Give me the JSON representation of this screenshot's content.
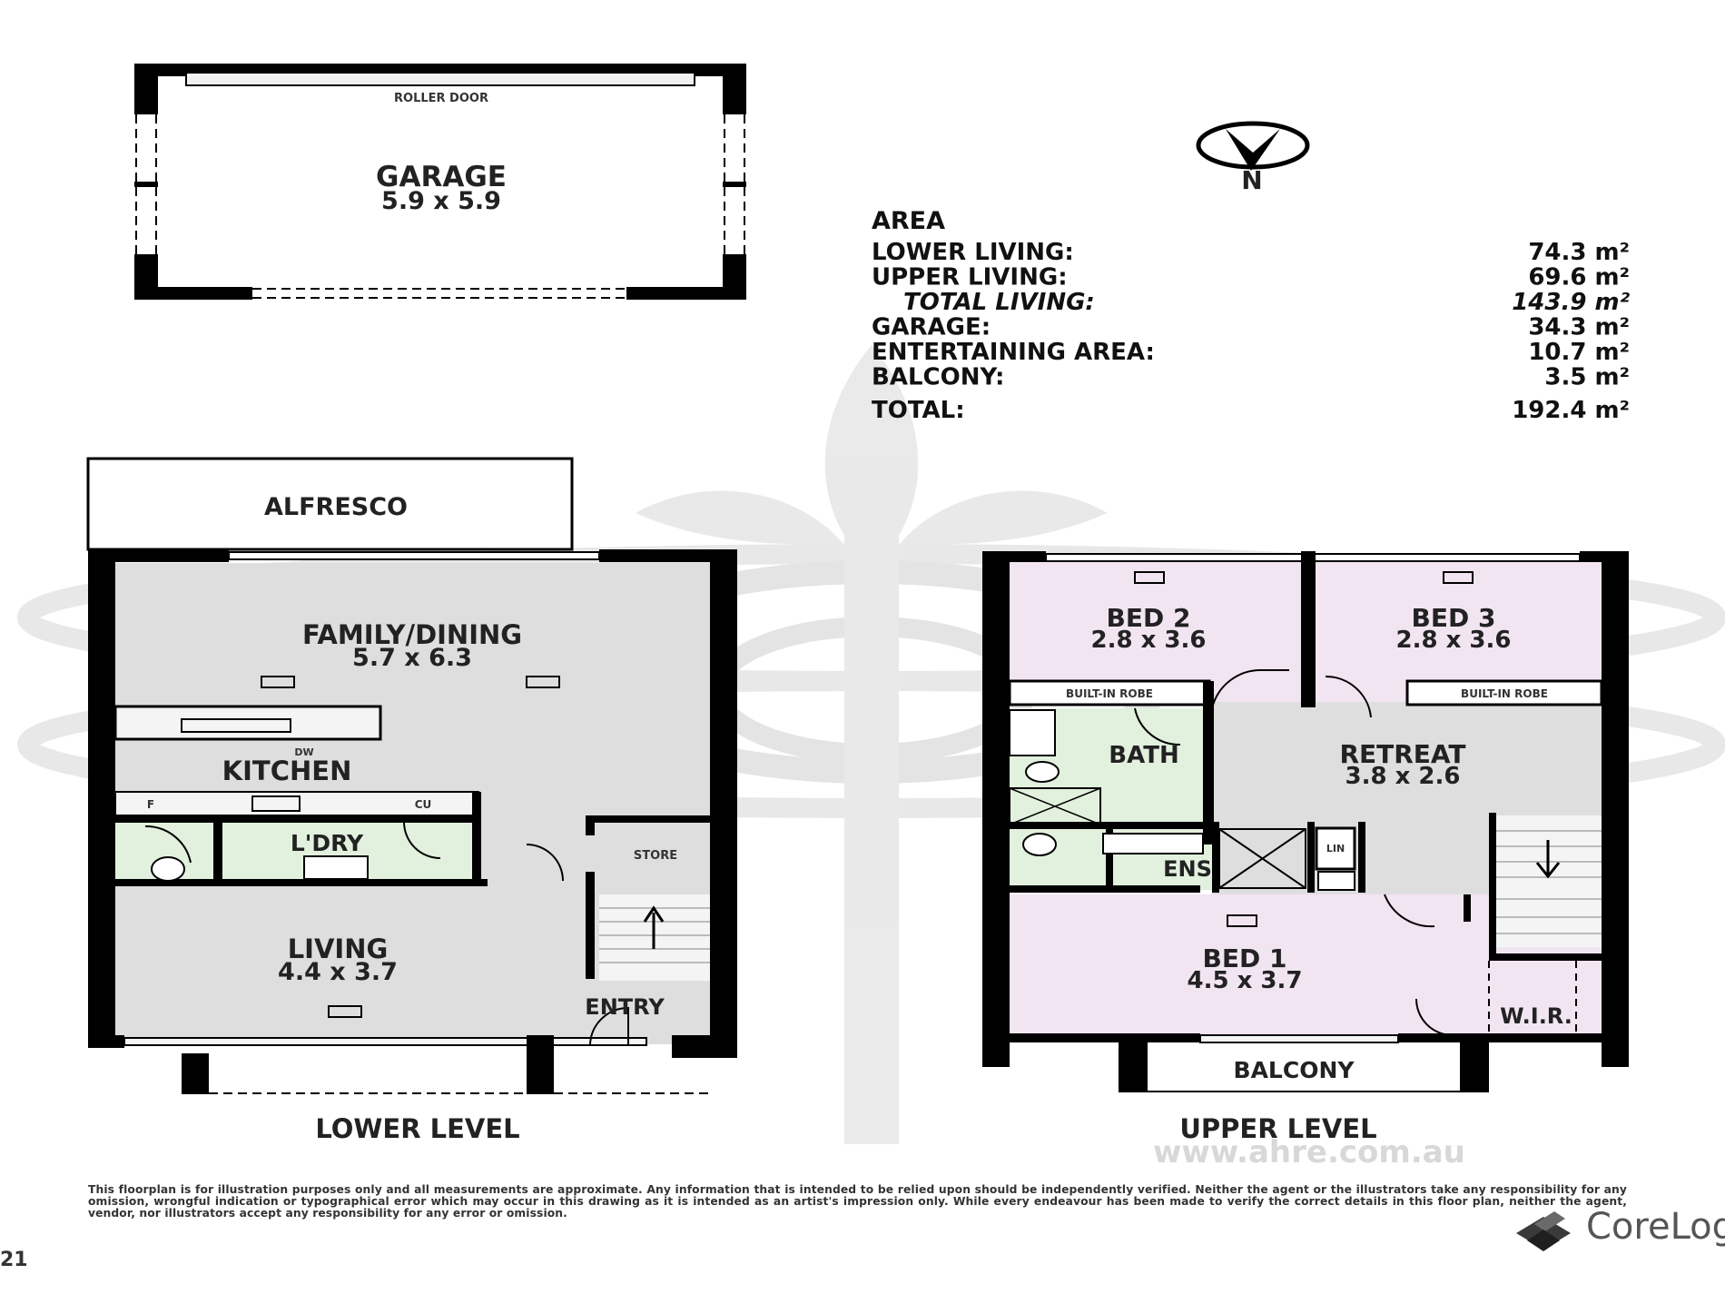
{
  "garage": {
    "title": "GARAGE",
    "dims": "5.9 x 5.9",
    "door": "ROLLER DOOR"
  },
  "north": {
    "label": "N"
  },
  "area_table": {
    "heading": "AREA",
    "rows": [
      {
        "name": "LOWER LIVING:",
        "value": "74.3 m²",
        "emphasis": false
      },
      {
        "name": "UPPER LIVING:",
        "value": "69.6 m²",
        "emphasis": false
      },
      {
        "name": "TOTAL LIVING:",
        "value": "143.9 m²",
        "emphasis": true
      },
      {
        "name": "GARAGE:",
        "value": "34.3 m²",
        "emphasis": false
      },
      {
        "name": "ENTERTAINING AREA:",
        "value": "10.7 m²",
        "emphasis": false
      },
      {
        "name": "BALCONY:",
        "value": "3.5 m²",
        "emphasis": false
      }
    ],
    "total": {
      "name": "TOTAL:",
      "value": "192.4 m²"
    }
  },
  "lower_level": {
    "title": "LOWER LEVEL",
    "alfresco": "ALFRESCO",
    "family_dining": {
      "name": "FAMILY/DINING",
      "dims": "5.7 x 6.3"
    },
    "kitchen": "KITCHEN",
    "kitchen_dw": "DW",
    "kitchen_f": "F",
    "kitchen_cu": "CU",
    "laundry": "L'DRY",
    "store": "STORE",
    "living": {
      "name": "LIVING",
      "dims": "4.4 x 3.7"
    },
    "entry": "ENTRY"
  },
  "upper_level": {
    "title": "UPPER LEVEL",
    "bed2": {
      "name": "BED 2",
      "dims": "2.8 x 3.6"
    },
    "bed3": {
      "name": "BED 3",
      "dims": "2.8 x 3.6"
    },
    "robe_left": "BUILT-IN ROBE",
    "robe_right": "BUILT-IN ROBE",
    "bath": "BATH",
    "retreat": {
      "name": "RETREAT",
      "dims": "3.8 x 2.6"
    },
    "ens": "ENS",
    "linen": "LIN",
    "bed1": {
      "name": "BED 1",
      "dims": "4.5 x 3.7"
    },
    "wir": "W.I.R.",
    "balcony": "BALCONY"
  },
  "watermark": "www.ahre.com.au",
  "disclaimer": "This floorplan is for illustration purposes only and all measurements are approximate. Any information that is intended to be relied upon should be independently verified. Neither the agent or the illustrators take any responsibility for any omission, wrongful indication or typographical error which may occur in this drawing as it is intended as an artist's impression only. While every endeavour has been made to verify the correct details in this floor plan, neither the agent, vendor, nor illustrators accept any responsibility for any error or omission.",
  "page_number": "21",
  "brand": "CoreLogic",
  "colors": {
    "wall": "#000000",
    "room_grey": "#dedede",
    "wet_green": "#e2f0de",
    "bed_pink": "#f2e5f2",
    "watermark": "#d4d4d4"
  }
}
